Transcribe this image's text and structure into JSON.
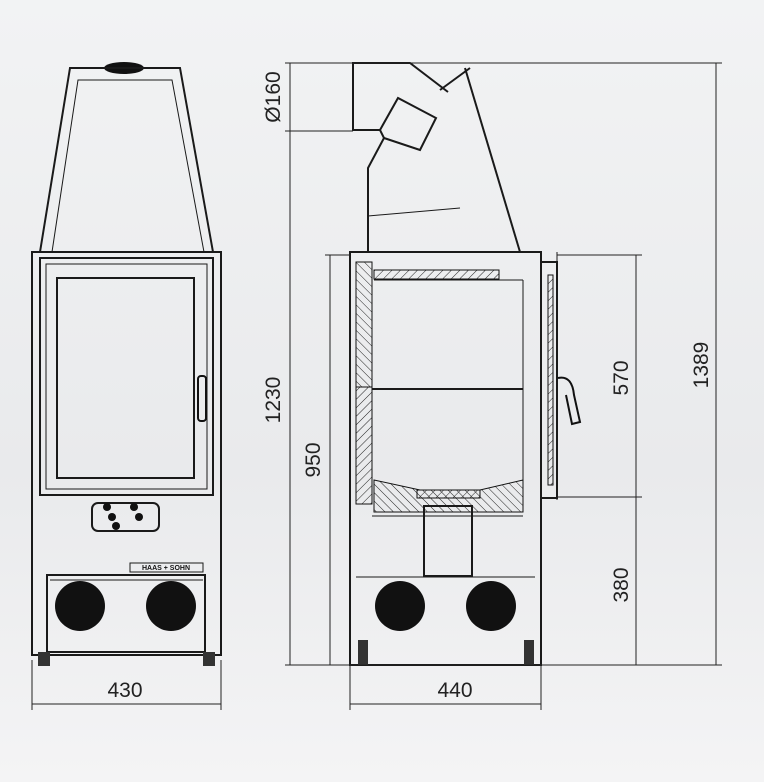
{
  "drawing": {
    "logo_text": "HAAS + SOHN",
    "dimensions": {
      "flue_diameter": "Ø160",
      "flue_height": "1230",
      "side_height": "950",
      "front_width": "430",
      "side_depth": "440",
      "door_height": "570",
      "door_bottom": "380",
      "total_height": "1389"
    }
  }
}
